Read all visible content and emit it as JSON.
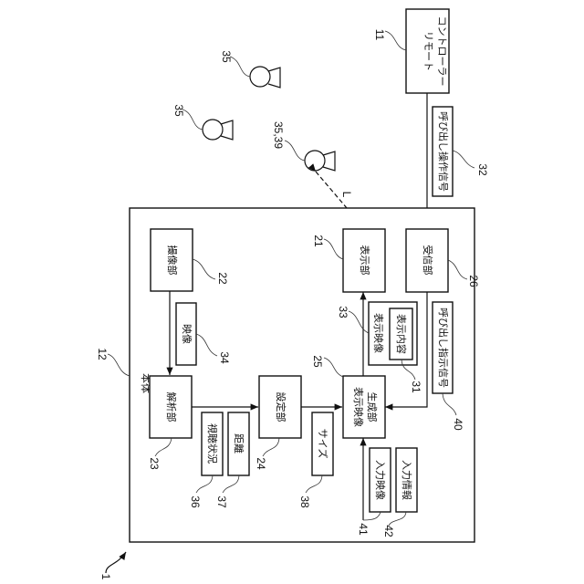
{
  "diagram": {
    "remote": {
      "label": "リモートコントローラー",
      "line1": "リモート",
      "line2": "コントローラー",
      "ref": "11"
    },
    "call_op_signal": {
      "label": "呼び出し操作信号",
      "ref": "32"
    },
    "viewers": [
      {
        "ref": "35"
      },
      {
        "ref": "35"
      },
      {
        "ref": "35,39"
      }
    ],
    "distance_label": "L",
    "body": {
      "label": "本体",
      "ref": "12"
    },
    "imaging": {
      "label": "撮像部",
      "ref": "22"
    },
    "video": {
      "label": "映像",
      "ref": "34"
    },
    "analysis": {
      "label": "解析部",
      "ref": "23"
    },
    "viewing_status": {
      "label": "視聴状況",
      "ref": "36"
    },
    "distance": {
      "label": "距離",
      "ref": "37"
    },
    "setting": {
      "label": "設定部",
      "ref": "24"
    },
    "size": {
      "label": "サイズ",
      "ref": "38"
    },
    "generator": {
      "label": "表示映像生成部",
      "line1": "表示映像",
      "line2": "生成部",
      "ref": "25"
    },
    "display_video": {
      "label": "表示映像",
      "ref": "33"
    },
    "display_content": {
      "label": "表示内容",
      "ref": "31"
    },
    "display": {
      "label": "表示部",
      "ref": "21"
    },
    "receiver": {
      "label": "受信部",
      "ref": "26"
    },
    "call_instr_signal": {
      "label": "呼び出し指示信号",
      "ref": "40"
    },
    "input_video": {
      "label": "入力映像",
      "ref": "41"
    },
    "input_info": {
      "label": "入力情報",
      "ref": "42"
    },
    "system_ref": "1"
  }
}
